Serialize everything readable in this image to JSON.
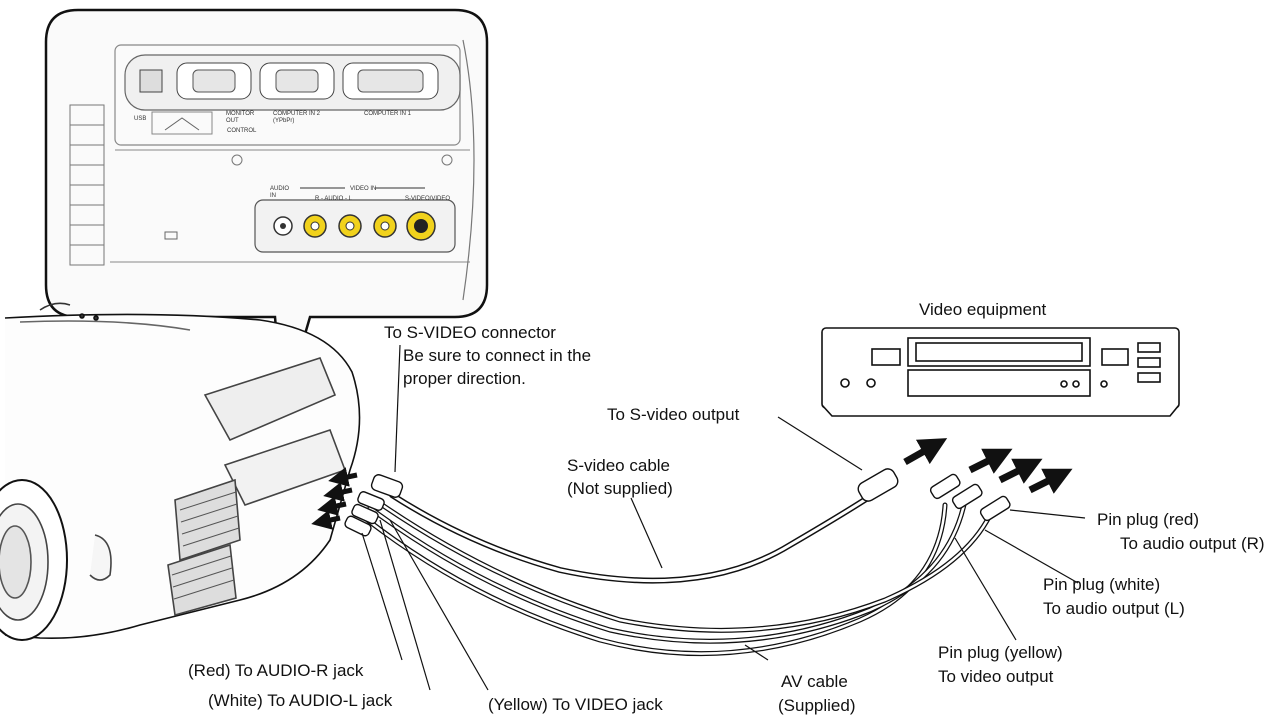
{
  "panel_labels": {
    "usb": "USB",
    "monitor_out": "MONITOR\nOUT",
    "control": "CONTROL",
    "computer_in_2": "COMPUTER IN 2\n(YPbPr)",
    "computer_in_1": "COMPUTER IN 1",
    "audio_in": "AUDIO\nIN",
    "video_in": "VIDEO IN",
    "r_audio_l": "R - AUDIO - L",
    "s_video_video": "S-VIDEO/VIDEO"
  },
  "labels": {
    "video_equipment": "Video equipment",
    "to_svideo_connector": "To S-VIDEO connector",
    "direction_note_1": "Be sure to connect in the",
    "direction_note_2": "proper direction.",
    "to_svideo_output": "To S-video output",
    "svideo_cable_1": "S-video cable",
    "svideo_cable_2": "(Not supplied)",
    "pin_red_1": "Pin plug (red)",
    "pin_red_2": "To audio output (R)",
    "pin_white_1": "Pin plug (white)",
    "pin_white_2": "To audio output (L)",
    "pin_yellow_1": "Pin plug (yellow)",
    "pin_yellow_2": "To video output",
    "red_audio_r": "(Red) To AUDIO-R jack",
    "white_audio_l": "(White) To AUDIO-L jack",
    "yellow_video": "(Yellow) To VIDEO jack",
    "av_cable_1": "AV cable",
    "av_cable_2": "(Supplied)"
  },
  "colors": {
    "jack_yellow": "#f1d21c",
    "line": "#222222",
    "panel_fill": "#fafafa"
  }
}
